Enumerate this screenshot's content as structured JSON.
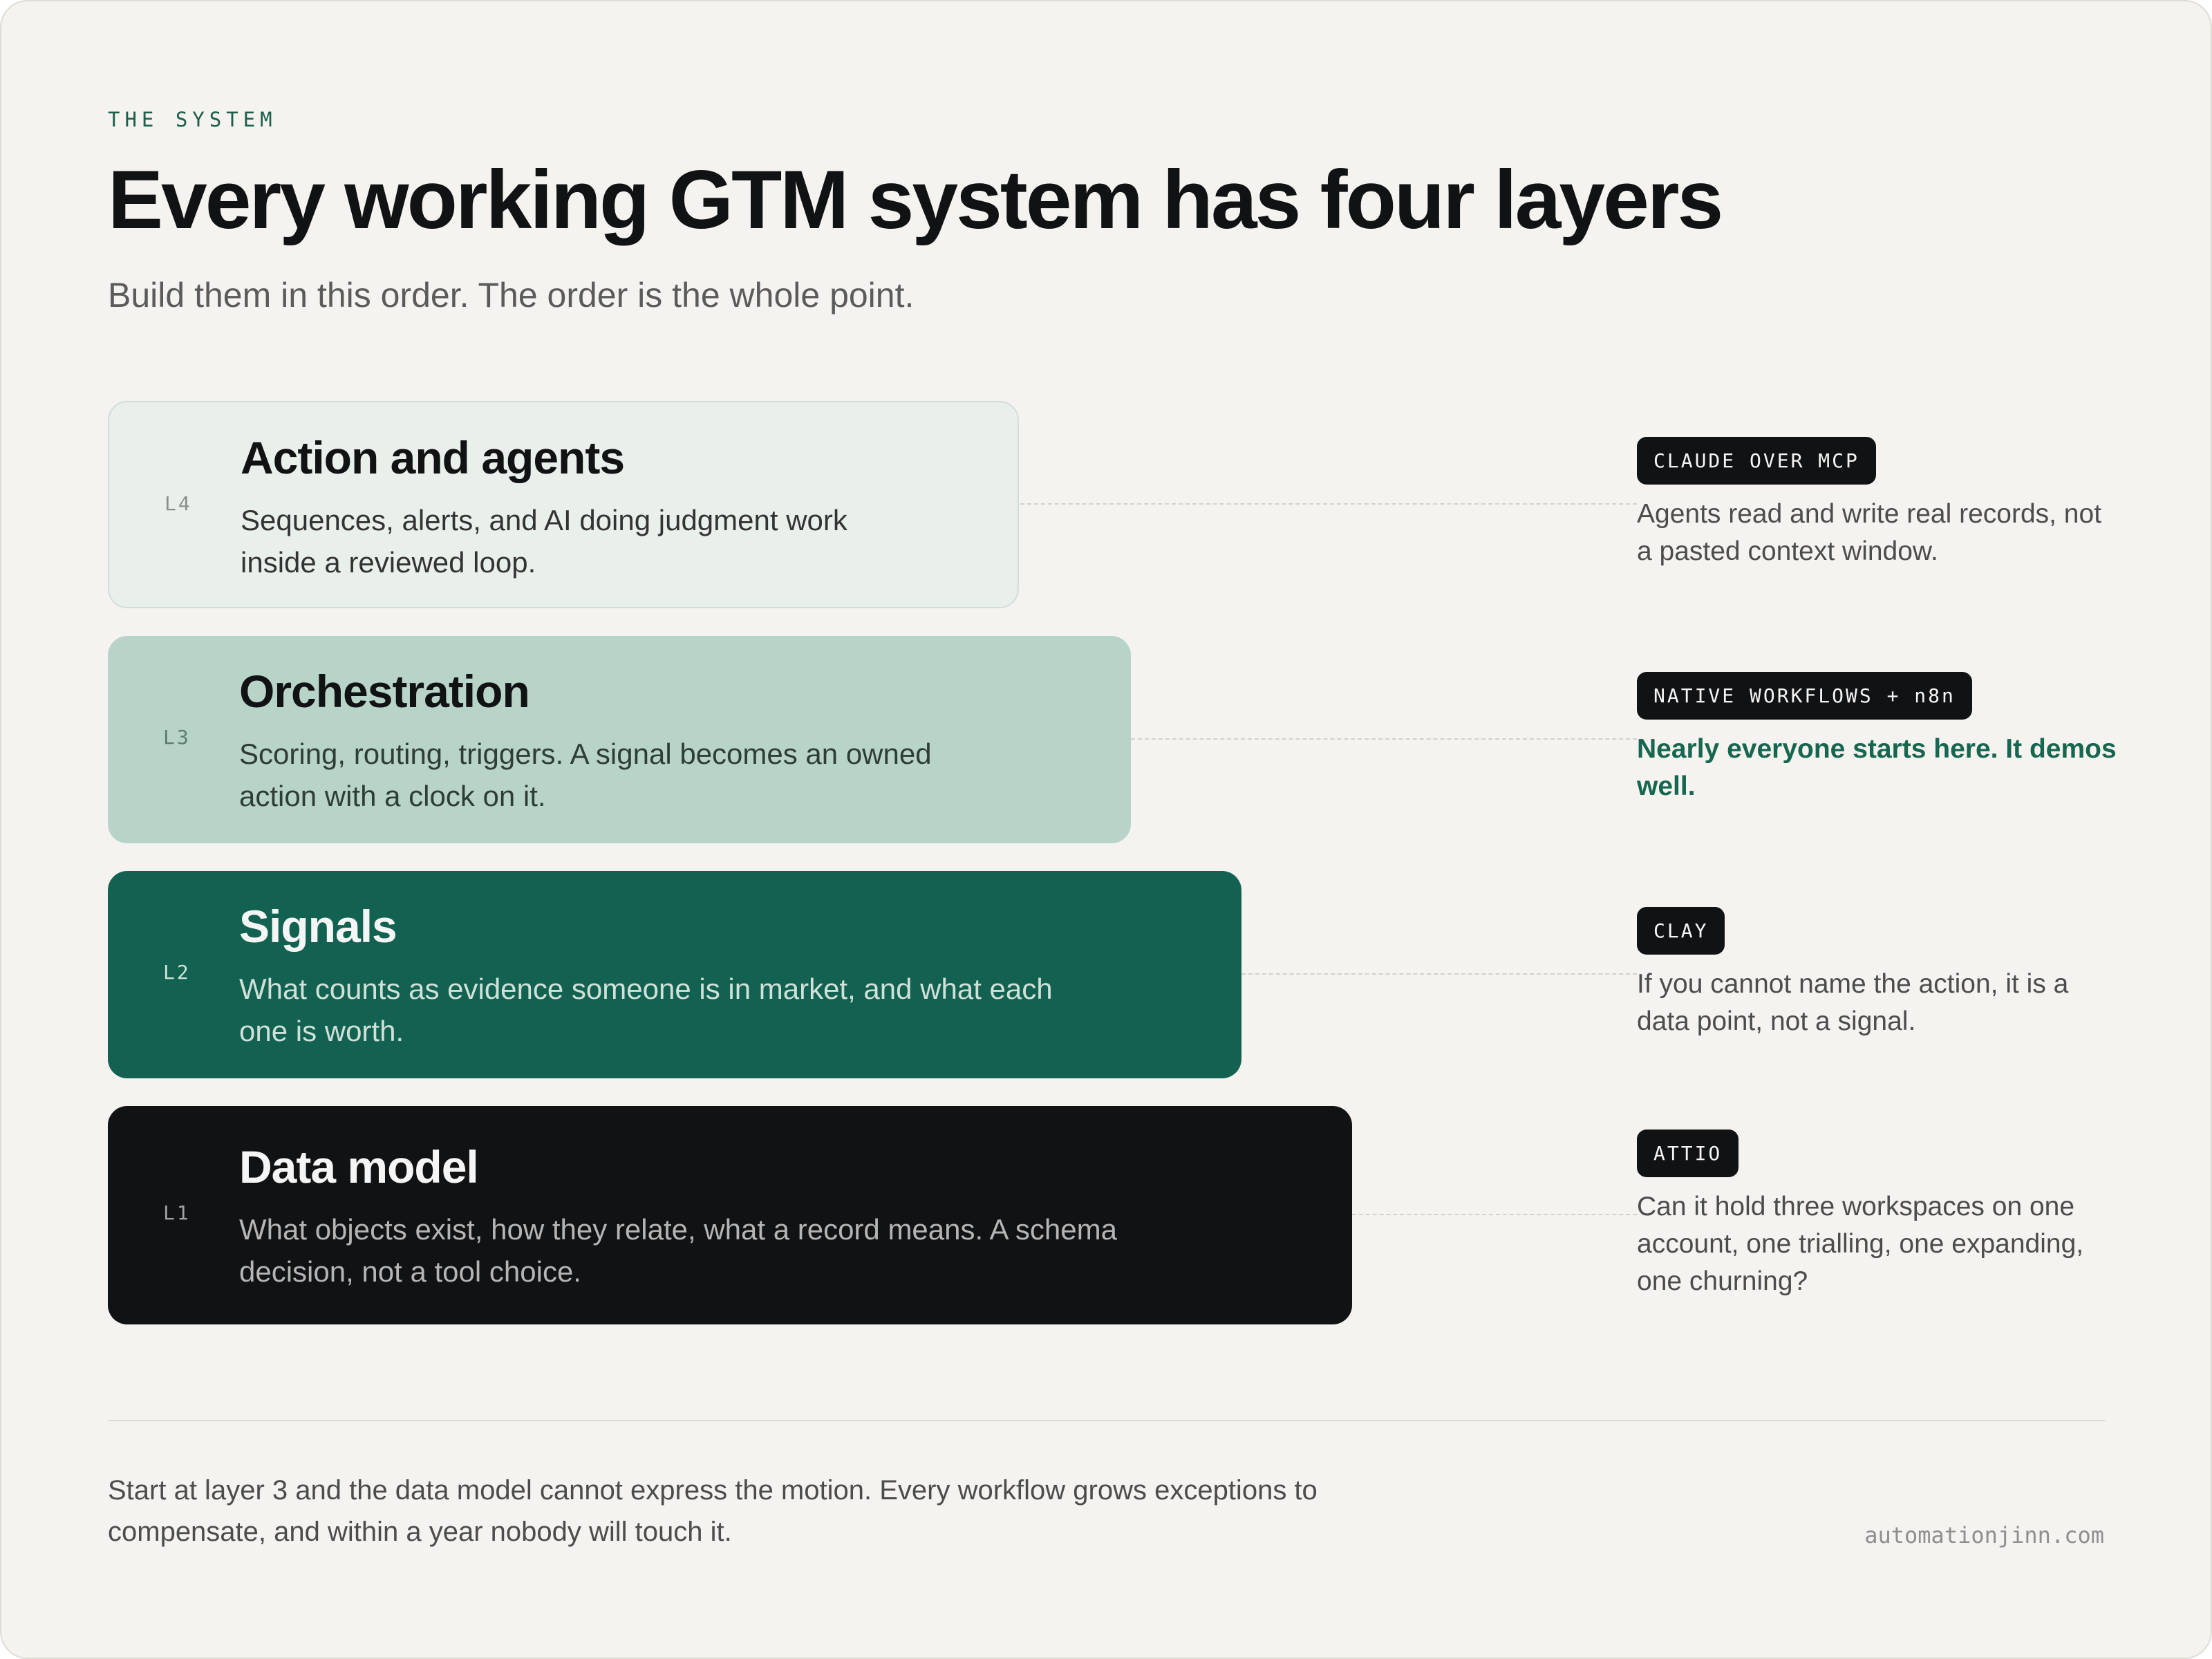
{
  "header": {
    "eyebrow": "THE SYSTEM",
    "title": "Every working GTM system has four layers",
    "subtitle": "Build them in this order. The order is the whole point."
  },
  "layers": [
    {
      "label": "L4",
      "name": "Action and agents",
      "description": "Sequences, alerts, and AI doing judgment work inside a reviewed loop.",
      "tag": "CLAUDE OVER MCP",
      "note": "Agents read and write real records, not a pasted context window.",
      "note_highlight": false
    },
    {
      "label": "L3",
      "name": "Orchestration",
      "description": "Scoring, routing, triggers. A signal becomes an owned action with a clock on it.",
      "tag": "NATIVE WORKFLOWS + n8n",
      "note": "Nearly everyone starts here. It demos well.",
      "note_highlight": true
    },
    {
      "label": "L2",
      "name": "Signals",
      "description": "What counts as evidence someone is in market, and what each one is worth.",
      "tag": "CLAY",
      "note": "If you cannot name the action, it is a data point, not a signal.",
      "note_highlight": false
    },
    {
      "label": "L1",
      "name": "Data model",
      "description": "What objects exist, how they relate, what a record means. A schema decision, not a tool choice.",
      "tag": "ATTIO",
      "note": "Can it hold three workspaces on one account, one trialling, one expanding, one churning?",
      "note_highlight": false
    }
  ],
  "footer": {
    "text": "Start at layer 3 and the data model cannot express the motion. Every workflow grows exceptions to compensate, and within a year nobody will touch it.",
    "site": "automationjinn.com"
  },
  "colors": {
    "background": "#f5f3ef",
    "accent": "#136151",
    "highlight_text": "#166650",
    "layer4": "#e9f0ec",
    "layer3": "#b8d4c8",
    "layer2": "#136151",
    "layer1": "#111214"
  }
}
